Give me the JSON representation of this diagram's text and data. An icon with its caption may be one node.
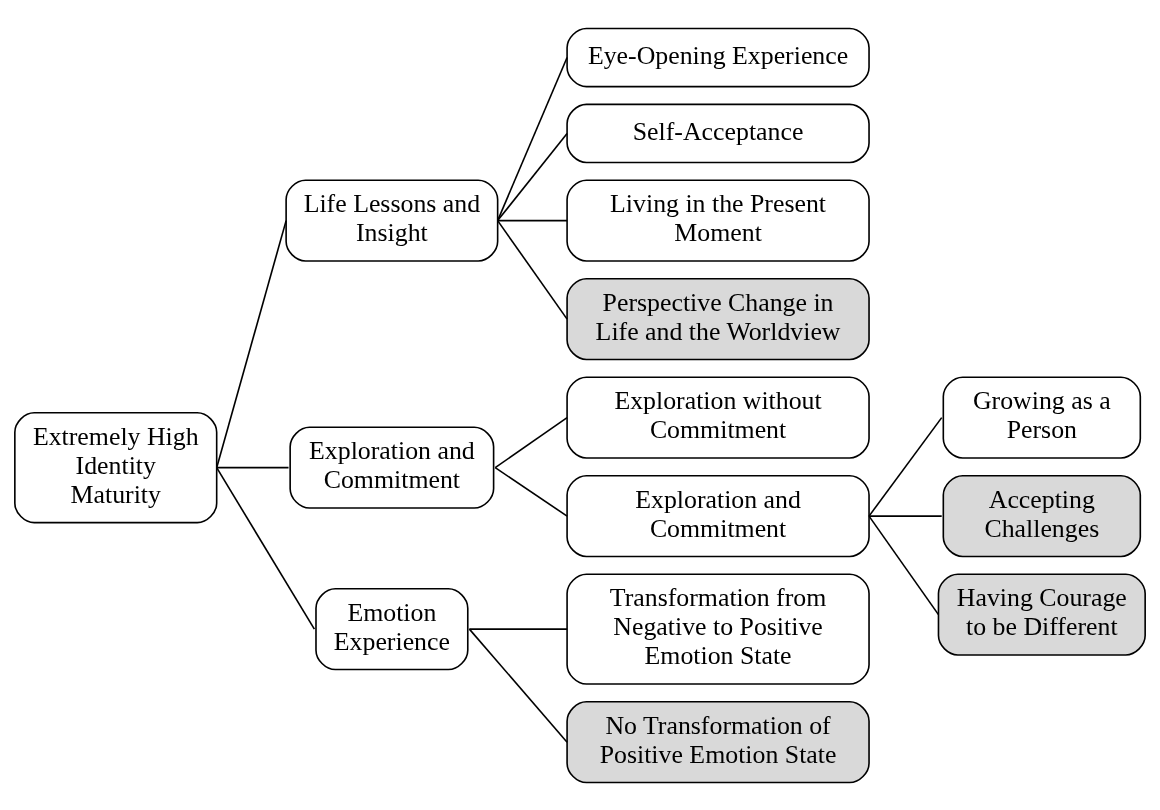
{
  "diagram": {
    "nodes": [
      {
        "text": [
          "Extremely High Identity Maturity"
        ]
      },
      {
        "text": [
          "Life Lessons and Insight"
        ]
      },
      {
        "text": [
          "Exploration and Commitment"
        ]
      },
      {
        "text": [
          "Emotion Experience"
        ]
      },
      {
        "text": [
          "Eye-Opening Experience"
        ]
      },
      {
        "text": [
          "Self-Acceptance"
        ]
      },
      {
        "text": [
          "Living in the Present Moment"
        ]
      },
      {
        "text": [
          "Perspective Change in Life and the Worldview"
        ]
      },
      {
        "text": [
          "Exploration without Commitment"
        ]
      },
      {
        "text": [
          "Exploration and Commitment"
        ]
      },
      {
        "text": [
          "Growing as a Person"
        ]
      },
      {
        "text": [
          "Accepting Challenges"
        ]
      },
      {
        "text": [
          "Having Courage to be Different"
        ]
      },
      {
        "text": [
          "Transformation from Negative to Positive Emotion State"
        ]
      },
      {
        "text": [
          "No Transformation of Positive Emotion State"
        ]
      }
    ],
    "edges": [
      {
        "from": 0,
        "to": 1,
        "arrow": "none"
      },
      {
        "from": 0,
        "to": 2,
        "arrow": "none"
      },
      {
        "from": 0,
        "to": 3,
        "arrow": "none"
      },
      {
        "from": 1,
        "to": 4,
        "arrow": "none"
      },
      {
        "from": 1,
        "to": 5,
        "arrow": "none"
      },
      {
        "from": 1,
        "to": 6,
        "arrow": "none"
      },
      {
        "from": 1,
        "to": 7,
        "arrow": "none"
      },
      {
        "from": 2,
        "to": 8,
        "arrow": "none"
      },
      {
        "from": 2,
        "to": 9,
        "arrow": "none"
      },
      {
        "from": 9,
        "to": 10,
        "arrow": "none"
      },
      {
        "from": 9,
        "to": 11,
        "arrow": "none"
      },
      {
        "from": 9,
        "to": 12,
        "arrow": "none"
      },
      {
        "from": 3,
        "to": 13,
        "arrow": "none"
      },
      {
        "from": 3,
        "to": 14,
        "arrow": "none"
      }
    ]
  }
}
